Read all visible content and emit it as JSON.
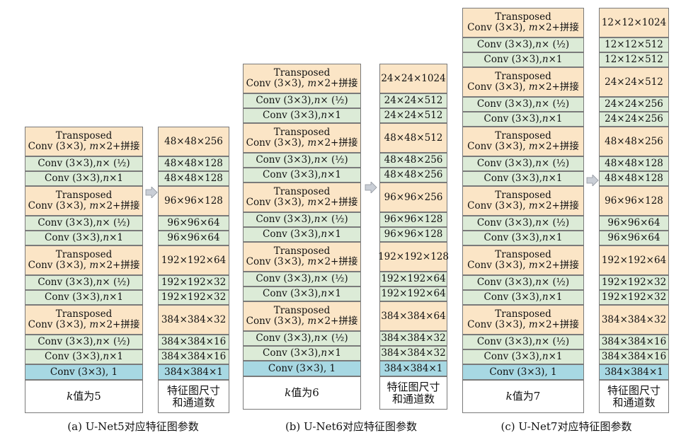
{
  "common": {
    "transposed_line1": "Transposed",
    "transposed_line2_prefix": "Conv (3×3), ",
    "transposed_m": "m",
    "transposed_line2_suffix": "×2+拼接",
    "conv_prefix": "Conv (3×3), ",
    "conv_n": "n",
    "conv_half_suffix": "× (½)",
    "conv_half_suffix_tight": "× (½)",
    "conv_one_suffix": "×1",
    "final_conv": "Conv (3×3), 1",
    "k_italic": "k",
    "k_label_suffix_5": "值为5",
    "k_label_suffix_6": "值为6",
    "k_label_suffix_7": "值为7",
    "feature_label_line1": "特征图尺寸",
    "feature_label_line2": "和通道数"
  },
  "panels": [
    {
      "caption": "(a)  U-Net5对应特征图参数",
      "sizes": [
        "48×48×256",
        "48×48×128",
        "48×48×128",
        "96×96×128",
        "96×96×64",
        "96×96×64",
        "192×192×64",
        "192×192×32",
        "192×192×32",
        "384×384×32",
        "384×384×16",
        "384×384×16",
        "384×384×1"
      ]
    },
    {
      "caption": "(b) U-Net6对应特征图参数",
      "sizes": [
        "24×24×1024",
        "24×24×512",
        "24×24×512",
        "48×48×512",
        "48×48×256",
        "48×48×256",
        "96×96×256",
        "96×96×128",
        "96×96×128",
        "192×192×128",
        "192×192×64",
        "192×192×64",
        "384×384×64",
        "384×384×32",
        "384×384×32",
        "384×384×1"
      ]
    },
    {
      "caption": "(c) U-Net7对应特征图参数",
      "sizes": [
        "12×12×1024",
        "12×12×512",
        "12×12×512",
        "24×24×512",
        "24×24×256",
        "24×24×256",
        "48×48×256",
        "48×48×128",
        "48×48×128",
        "96×96×128",
        "96×96×64",
        "96×96×64",
        "192×192×64",
        "192×192×32",
        "192×192×32",
        "384×384×32",
        "384×384×16",
        "384×384×16",
        "384×384×1"
      ]
    }
  ],
  "colors": {
    "transposed": "#fbe5c6",
    "conv": "#dcebd7",
    "final": "#a7d8e3",
    "arrow": "#c9ced6"
  }
}
